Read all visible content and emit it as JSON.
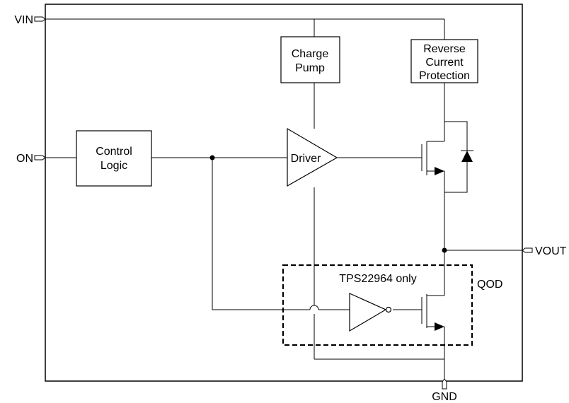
{
  "pins": {
    "vin": "VIN",
    "on": "ON",
    "vout": "VOUT",
    "gnd": "GND"
  },
  "blocks": {
    "control_logic": [
      "Control",
      "Logic"
    ],
    "charge_pump": [
      "Charge",
      "Pump"
    ],
    "reverse_current_protection": [
      "Reverse",
      "Current",
      "Protection"
    ],
    "driver": "Driver"
  },
  "qod": {
    "label": "QOD",
    "note": "TPS22964 only"
  }
}
